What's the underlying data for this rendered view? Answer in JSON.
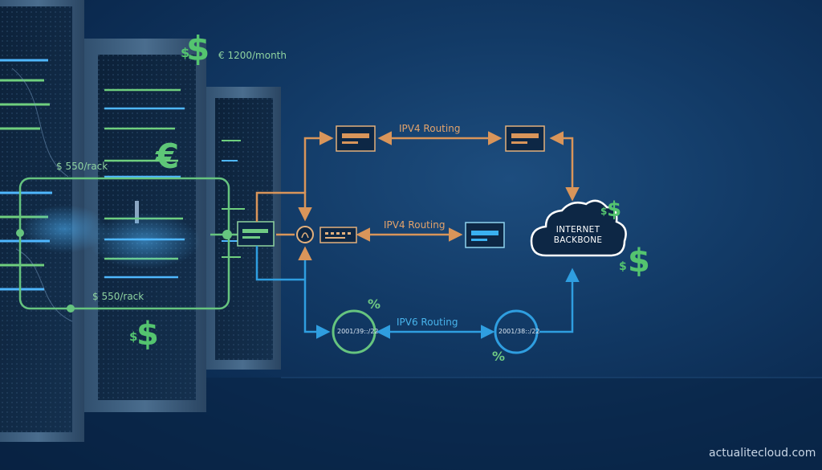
{
  "pricing": {
    "monthly": "€ 1200/month",
    "rack_top": "$ 550/rack",
    "rack_bottom": "$ 550/rack"
  },
  "routing": {
    "ipv4_top": "IPV4 Routing",
    "ipv4_mid": "IPV4 Routing",
    "ipv6": "IPV6 Routing"
  },
  "cloud": {
    "line1": "INTERNET",
    "line2": "BACKBONE"
  },
  "ipv6_nodes": {
    "left": "2001/39::/22",
    "right": "2001/38::/22"
  },
  "symbols": {
    "dollar": "$",
    "euro": "€",
    "percent": "%"
  },
  "watermark": "actualitecloud.com",
  "colors": {
    "ipv4": "#d9955a",
    "ipv6": "#2f9ee0",
    "green": "#66c47f",
    "background": "#123a66"
  }
}
